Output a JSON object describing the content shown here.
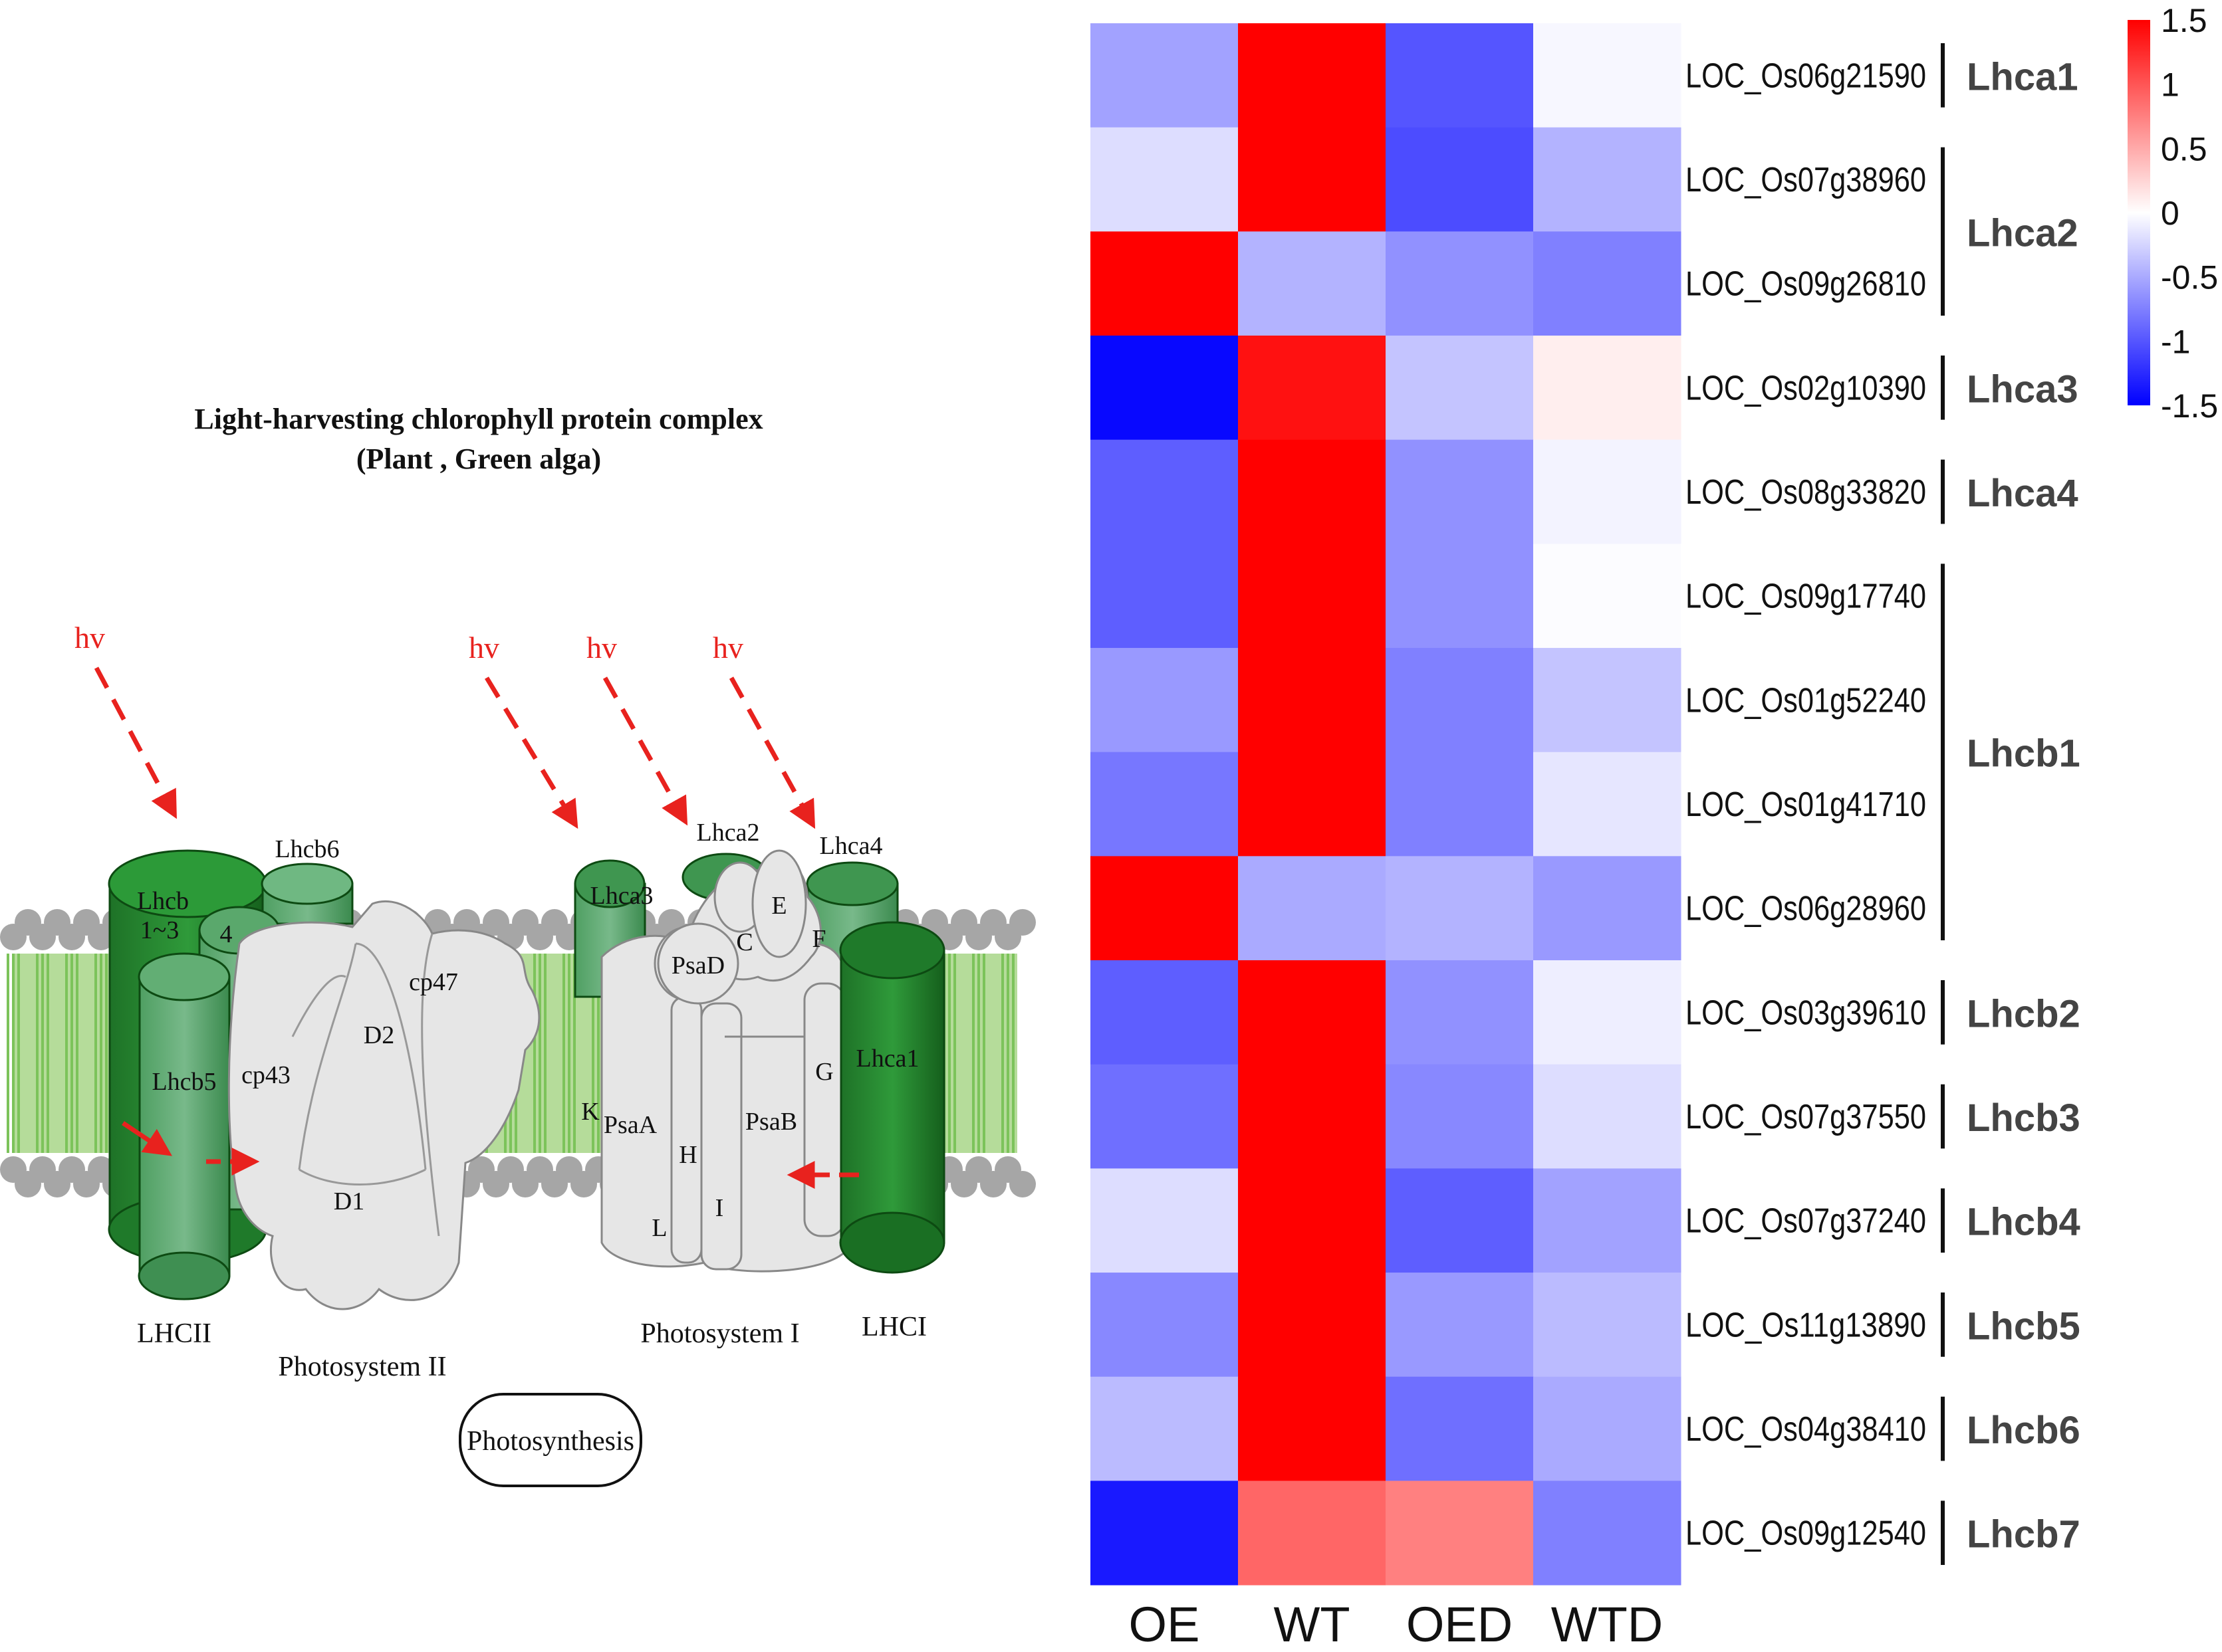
{
  "diagram": {
    "title_line1": "Light-harvesting chlorophyll protein complex",
    "title_line2": "(Plant , Green alga)",
    "hv_label": "hv",
    "labels": {
      "lhcb6": "Lhcb6",
      "lhcb13": "Lhcb",
      "lhcb13_sub": "1~3",
      "lhcb4": "4",
      "lhcb5": "Lhcb5",
      "cp43": "cp43",
      "cp47": "cp47",
      "d2": "D2",
      "d1": "D1",
      "lhca3": "Lhca3",
      "lhca2": "Lhca2",
      "lhca4": "Lhca4",
      "lhca1": "Lhca1",
      "psad": "PsaD",
      "e": "E",
      "c": "C",
      "f": "F",
      "g": "G",
      "k": "K",
      "psaa": "PsaA",
      "psab": "PsaB",
      "h": "H",
      "l": "L",
      "i": "I"
    },
    "group_labels": {
      "lhcii": "LHCII",
      "ps2": "Photosystem II",
      "ps1": "Photosystem I",
      "lhci": "LHCI"
    },
    "pathway_button": "Photosynthesis",
    "colors": {
      "arrow": "#e8221e",
      "green_dark": "#1f7a2a",
      "green_light": "#5cbf6a",
      "complex_gray": "#e6e6e6",
      "membrane_gray": "#a6a6a6",
      "membrane_green": "#9ad07a"
    }
  },
  "chart_data": {
    "type": "heatmap",
    "columns": [
      "OE",
      "WT",
      "OED",
      "WTD"
    ],
    "rows": [
      {
        "gene": "LOC_Os06g21590",
        "values": [
          -0.55,
          1.5,
          -1.0,
          -0.05
        ]
      },
      {
        "gene": "LOC_Os07g38960",
        "values": [
          -0.2,
          1.5,
          -1.05,
          -0.45
        ]
      },
      {
        "gene": "LOC_Os09g26810",
        "values": [
          1.5,
          -0.45,
          -0.65,
          -0.75
        ]
      },
      {
        "gene": "LOC_Os02g10390",
        "values": [
          -1.45,
          1.4,
          -0.35,
          0.1
        ]
      },
      {
        "gene": "LOC_Os08g33820",
        "values": [
          -0.95,
          1.5,
          -0.65,
          -0.07
        ]
      },
      {
        "gene": "LOC_Os09g17740",
        "values": [
          -0.95,
          1.5,
          -0.65,
          -0.02
        ]
      },
      {
        "gene": "LOC_Os01g52240",
        "values": [
          -0.6,
          1.5,
          -0.75,
          -0.35
        ]
      },
      {
        "gene": "LOC_Os01g41710",
        "values": [
          -0.8,
          1.5,
          -0.75,
          -0.15
        ]
      },
      {
        "gene": "LOC_Os06g28960",
        "values": [
          1.5,
          -0.5,
          -0.45,
          -0.6
        ]
      },
      {
        "gene": "LOC_Os03g39610",
        "values": [
          -0.95,
          1.5,
          -0.65,
          -0.1
        ]
      },
      {
        "gene": "LOC_Os07g37550",
        "values": [
          -0.85,
          1.5,
          -0.7,
          -0.2
        ]
      },
      {
        "gene": "LOC_Os07g37240",
        "values": [
          -0.2,
          1.5,
          -0.95,
          -0.55
        ]
      },
      {
        "gene": "LOC_Os11g13890",
        "values": [
          -0.7,
          1.5,
          -0.6,
          -0.4
        ]
      },
      {
        "gene": "LOC_Os04g38410",
        "values": [
          -0.4,
          1.5,
          -0.85,
          -0.5
        ]
      },
      {
        "gene": "LOC_Os09g12540",
        "values": [
          -1.35,
          0.9,
          0.75,
          -0.75
        ]
      }
    ],
    "groups": [
      {
        "name": "Lhca1",
        "start": 0,
        "end": 0
      },
      {
        "name": "Lhca2",
        "start": 1,
        "end": 2
      },
      {
        "name": "Lhca3",
        "start": 3,
        "end": 3
      },
      {
        "name": "Lhca4",
        "start": 4,
        "end": 4
      },
      {
        "name": "Lhcb1",
        "start": 5,
        "end": 8
      },
      {
        "name": "Lhcb2",
        "start": 9,
        "end": 9
      },
      {
        "name": "Lhcb3",
        "start": 10,
        "end": 10
      },
      {
        "name": "Lhcb4",
        "start": 11,
        "end": 11
      },
      {
        "name": "Lhcb5",
        "start": 12,
        "end": 12
      },
      {
        "name": "Lhcb6",
        "start": 13,
        "end": 13
      },
      {
        "name": "Lhcb7",
        "start": 14,
        "end": 14
      }
    ],
    "colorbar": {
      "ticks": [
        "1.5",
        "1",
        "0.5",
        "0",
        "-0.5",
        "-1",
        "-1.5"
      ],
      "tick_values": [
        1.5,
        1,
        0.5,
        0,
        -0.5,
        -1,
        -1.5
      ],
      "range": [
        -1.5,
        1.5
      ],
      "color_low": "#0000ff",
      "color_mid": "#ffffff",
      "color_high": "#ff0000",
      "placement": "top-right"
    }
  }
}
